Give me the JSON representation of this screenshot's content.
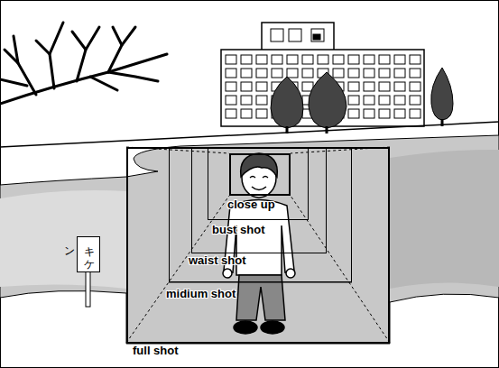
{
  "diagram": {
    "nodes": [
      {
        "text": [
          "full shot"
        ]
      },
      {
        "text": [
          "midium shot"
        ],
        "in": 0
      },
      {
        "text": [
          "waist shot"
        ],
        "in": 1
      },
      {
        "text": [
          "bust shot"
        ],
        "in": 2
      },
      {
        "text": [
          "close up"
        ],
        "in": 3
      },
      {
        "text": [
          "キケン"
        ]
      }
    ]
  }
}
